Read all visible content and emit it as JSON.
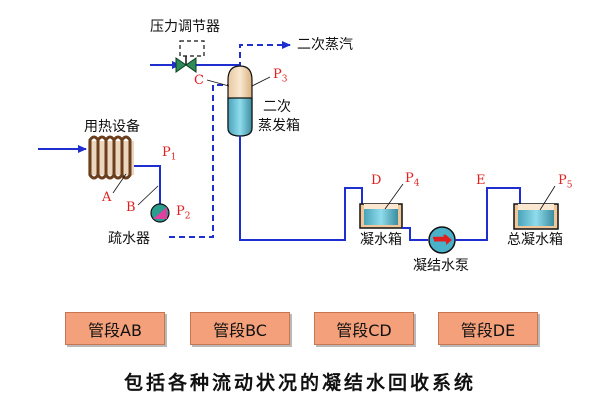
{
  "labels": {
    "pressure_regulator": "压力调节器",
    "secondary_steam": "二次蒸汽",
    "heating_equipment": "用热设备",
    "secondary_evaporator_l1": "二次",
    "secondary_evaporator_l2": "蒸发箱",
    "steam_trap": "疏水器",
    "condensate_tank": "凝水箱",
    "condensate_pump": "凝结水泵",
    "main_condensate_tank": "总凝水箱"
  },
  "points": {
    "A": "A",
    "B": "B",
    "C": "C",
    "D": "D",
    "E": "E"
  },
  "pressures": {
    "p1": {
      "base": "P",
      "sub": "1"
    },
    "p2": {
      "base": "P",
      "sub": "2"
    },
    "p3": {
      "base": "P",
      "sub": "3"
    },
    "p4": {
      "base": "P",
      "sub": "4"
    },
    "p5": {
      "base": "P",
      "sub": "5"
    }
  },
  "segments": [
    "管段AB",
    "管段BC",
    "管段CD",
    "管段DE"
  ],
  "caption": "包括各种流动状况的凝结水回收系统",
  "colors": {
    "pipe": "#1f2fcf",
    "water": "#7fd3e8",
    "segment_button": "#f4a07a",
    "coil": "#8b5a2b",
    "valve": "#2e8b57",
    "point_label": "#e02020"
  }
}
